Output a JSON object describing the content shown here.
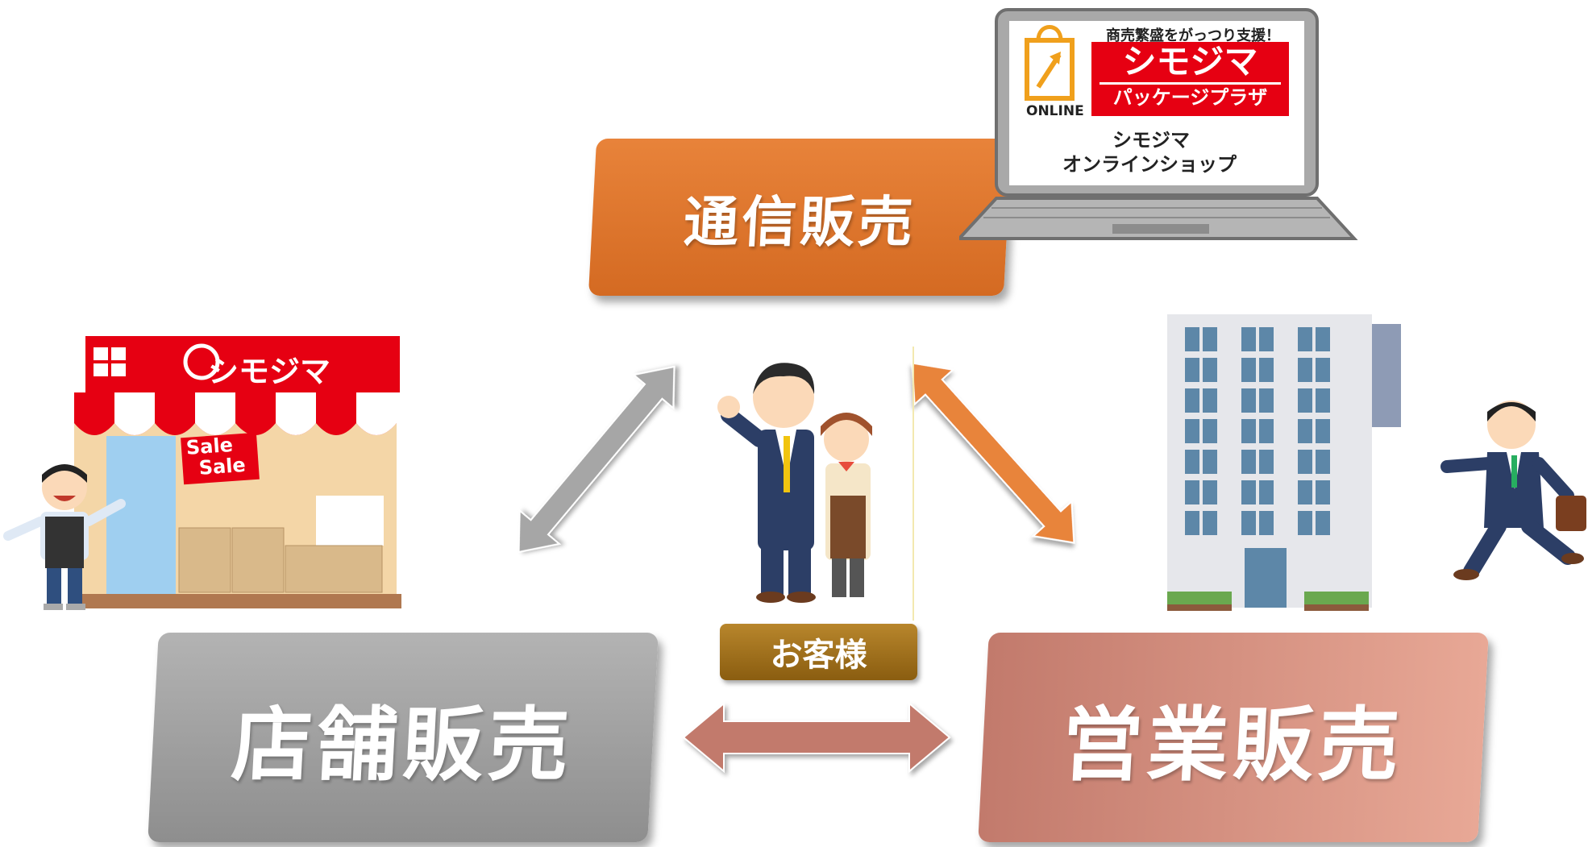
{
  "channels": {
    "mail_order": "通信販売",
    "store": "店舗販売",
    "sales": "営業販売"
  },
  "customer": "お客様",
  "laptop": {
    "tagline": "商売繁盛をがっつり支援！",
    "brand": "シモジマ",
    "plaza": "パッケージプラザ",
    "online": "ONLINE",
    "shop_line1": "シモジマ",
    "shop_line2": "オンラインショップ"
  },
  "store": {
    "brand": "シモジマ",
    "sale1": "Sale",
    "sale2": "Sale"
  },
  "colors": {
    "mail_order": "#e07a30",
    "store": "#a6a6a6",
    "sales": "#d99584",
    "customer_badge": "#a17420",
    "brand_red": "#e60012"
  },
  "icons": [
    "laptop-icon",
    "shop-icon",
    "office-building-icon",
    "customers-icon",
    "salesperson-icon",
    "shopkeeper-icon"
  ]
}
